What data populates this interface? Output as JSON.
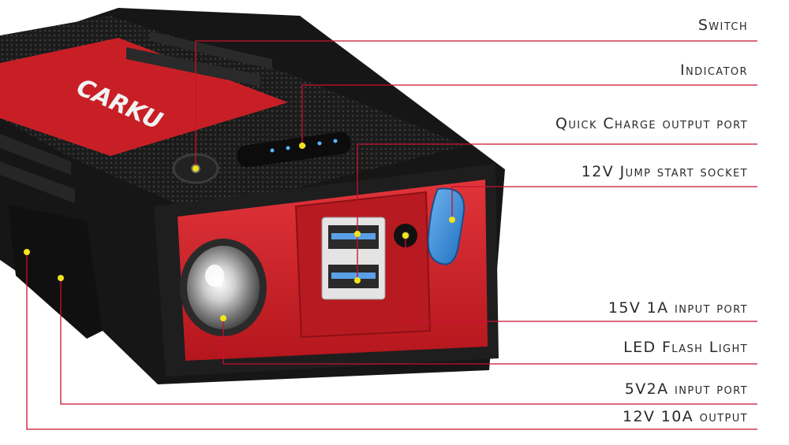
{
  "product": {
    "brand_logo": "CARKU",
    "colors": {
      "accent": "#d9262c",
      "body": "#1c1c1c",
      "leader": "#c8102e",
      "dot": "#f4e21a",
      "socket": "#2f86d6",
      "indicator": "#55b7ff"
    }
  },
  "callouts": [
    {
      "id": "switch",
      "label": "Switch"
    },
    {
      "id": "indicator",
      "label": "Indicator"
    },
    {
      "id": "quick-charge",
      "label": "Quick Charge output port"
    },
    {
      "id": "jump-start",
      "label": "12V Jump start socket"
    },
    {
      "id": "input-15v",
      "label": "15V 1A input port"
    },
    {
      "id": "led-flash",
      "label": "LED Flash Light"
    },
    {
      "id": "input-5v",
      "label": "5V2A input port"
    },
    {
      "id": "output-12v",
      "label": "12V 10A output"
    }
  ]
}
